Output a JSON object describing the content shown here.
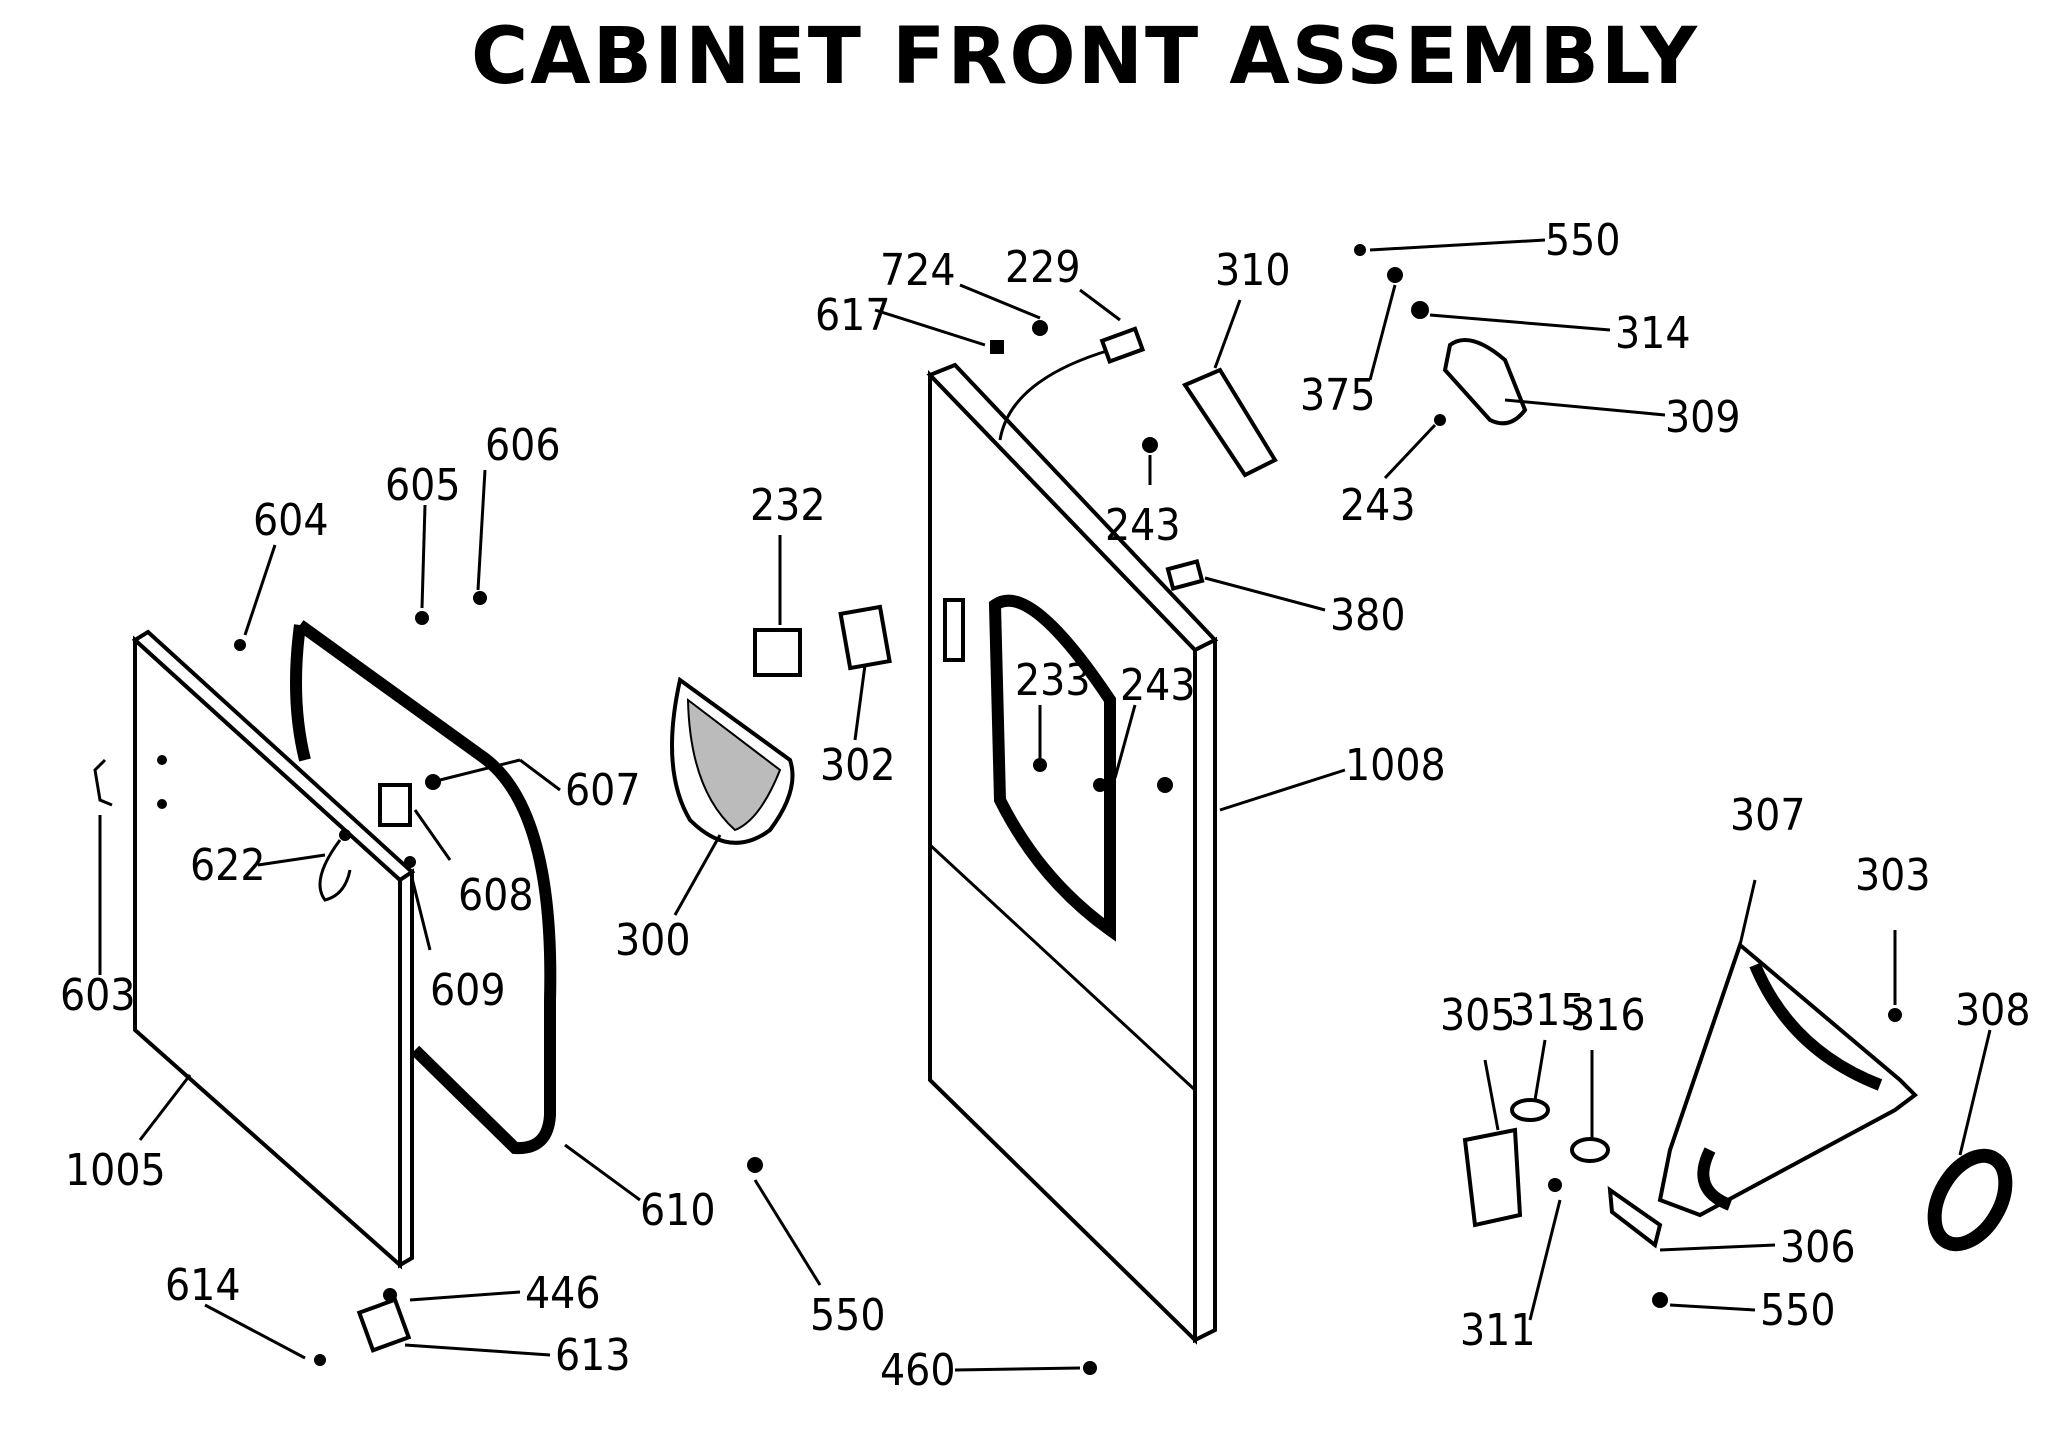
{
  "title": "CABINET FRONT ASSEMBLY",
  "callouts": {
    "c550a": "550",
    "c724": "724",
    "c229": "229",
    "c310": "310",
    "c617": "617",
    "c314": "314",
    "c375": "375",
    "c309": "309",
    "c243a": "243",
    "c243b": "243",
    "c606": "606",
    "c605": "605",
    "c604": "604",
    "c232": "232",
    "c380": "380",
    "c233": "233",
    "c243c": "243",
    "c302": "302",
    "c1008": "1008",
    "c607": "607",
    "c622": "622",
    "c608": "608",
    "c603": "603",
    "c609": "609",
    "c300": "300",
    "c307": "307",
    "c303": "303",
    "c305": "305",
    "c315": "315",
    "c316": "316",
    "c308": "308",
    "c1005": "1005",
    "c610": "610",
    "c306": "306",
    "c550b": "550",
    "c550c": "550",
    "c614": "614",
    "c446": "446",
    "c613": "613",
    "c460": "460",
    "c311": "311"
  }
}
